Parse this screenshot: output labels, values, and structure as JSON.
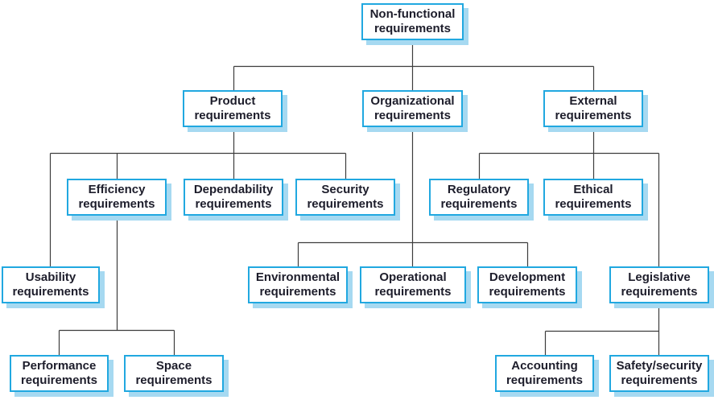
{
  "colors": {
    "box_border": "#21a8e0",
    "box_fill": "#ffffff",
    "box_shadow": "#a6d9f1",
    "connector": "#3d3d3d",
    "text": "#1d1d2b",
    "background": "#ffffff"
  },
  "chart_type": "hierarchy-tree",
  "nodes": {
    "non_functional": {
      "label": "Non-functional requirements",
      "parent": null
    },
    "product": {
      "label": "Product requirements",
      "parent": "non_functional"
    },
    "organizational": {
      "label": "Organizational requirements",
      "parent": "non_functional"
    },
    "external": {
      "label": "External requirements",
      "parent": "non_functional"
    },
    "efficiency": {
      "label": "Efficiency requirements",
      "parent": "product"
    },
    "dependability": {
      "label": "Dependability requirements",
      "parent": "product"
    },
    "security": {
      "label": "Security requirements",
      "parent": "product"
    },
    "usability": {
      "label": "Usability requirements",
      "parent": "product"
    },
    "environmental": {
      "label": "Environmental requirements",
      "parent": "organizational"
    },
    "operational": {
      "label": "Operational requirements",
      "parent": "organizational"
    },
    "development": {
      "label": "Development requirements",
      "parent": "organizational"
    },
    "regulatory": {
      "label": "Regulatory requirements",
      "parent": "external"
    },
    "ethical": {
      "label": "Ethical requirements",
      "parent": "external"
    },
    "legislative": {
      "label": "Legislative requirements",
      "parent": "external"
    },
    "performance": {
      "label": "Performance requirements",
      "parent": "efficiency"
    },
    "space": {
      "label": "Space requirements",
      "parent": "efficiency"
    },
    "accounting": {
      "label": "Accounting requirements",
      "parent": "legislative"
    },
    "safety_security": {
      "label": "Safety/security requirements",
      "parent": "legislative"
    }
  }
}
